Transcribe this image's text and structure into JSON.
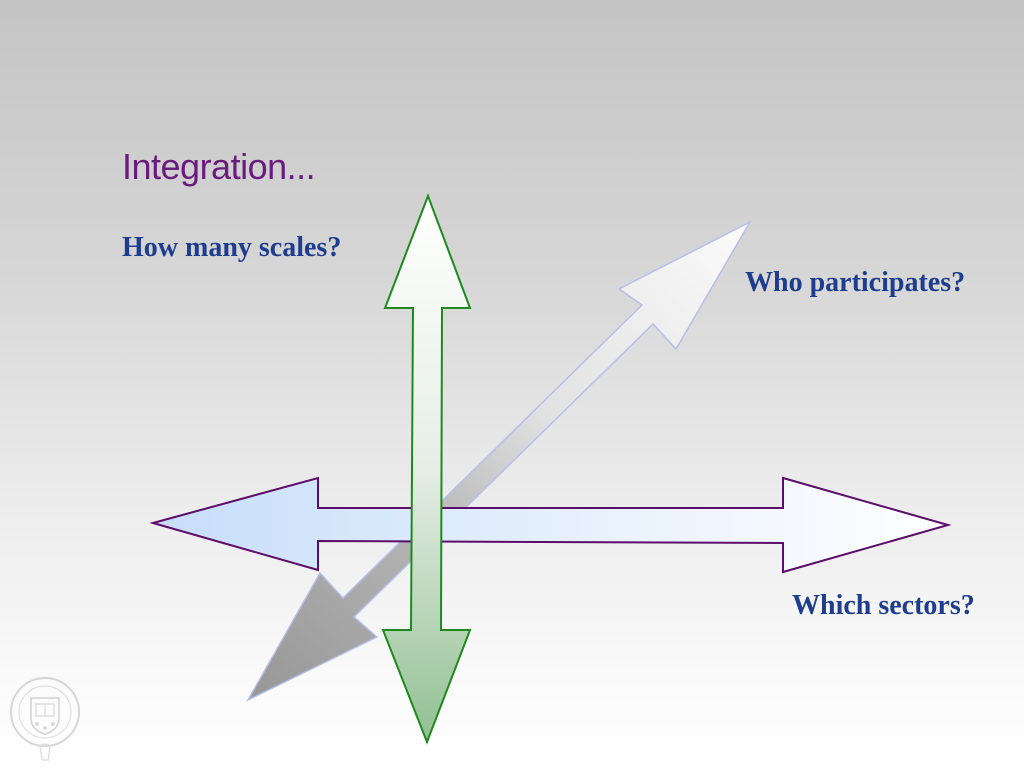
{
  "slide": {
    "title": "Integration...",
    "labels": {
      "scales": "How many scales?",
      "participates": "Who participates?",
      "sectors": "Which sectors?"
    }
  },
  "arrows": [
    {
      "id": "vertical",
      "direction": "up-down",
      "stroke": "#1a8a1a",
      "fill_top": "#ffffff",
      "fill_bottom": "#9cc49c"
    },
    {
      "id": "horizontal",
      "direction": "left-right",
      "stroke": "#5a0a6a",
      "fill_left": "#cfe3fb",
      "fill_right": "#ffffff"
    },
    {
      "id": "diagonal",
      "direction": "down-left to up-right",
      "stroke": "#b8c4ec",
      "fill_lower": "#9a9a9a",
      "fill_upper": "#f8f8f8"
    }
  ],
  "colors": {
    "title": "#6b1a7e",
    "labels": "#1f3d8f",
    "background_top": "#c4c4c4",
    "background_bottom": "#ffffff"
  },
  "logo": {
    "icon": "university-crest-icon"
  }
}
